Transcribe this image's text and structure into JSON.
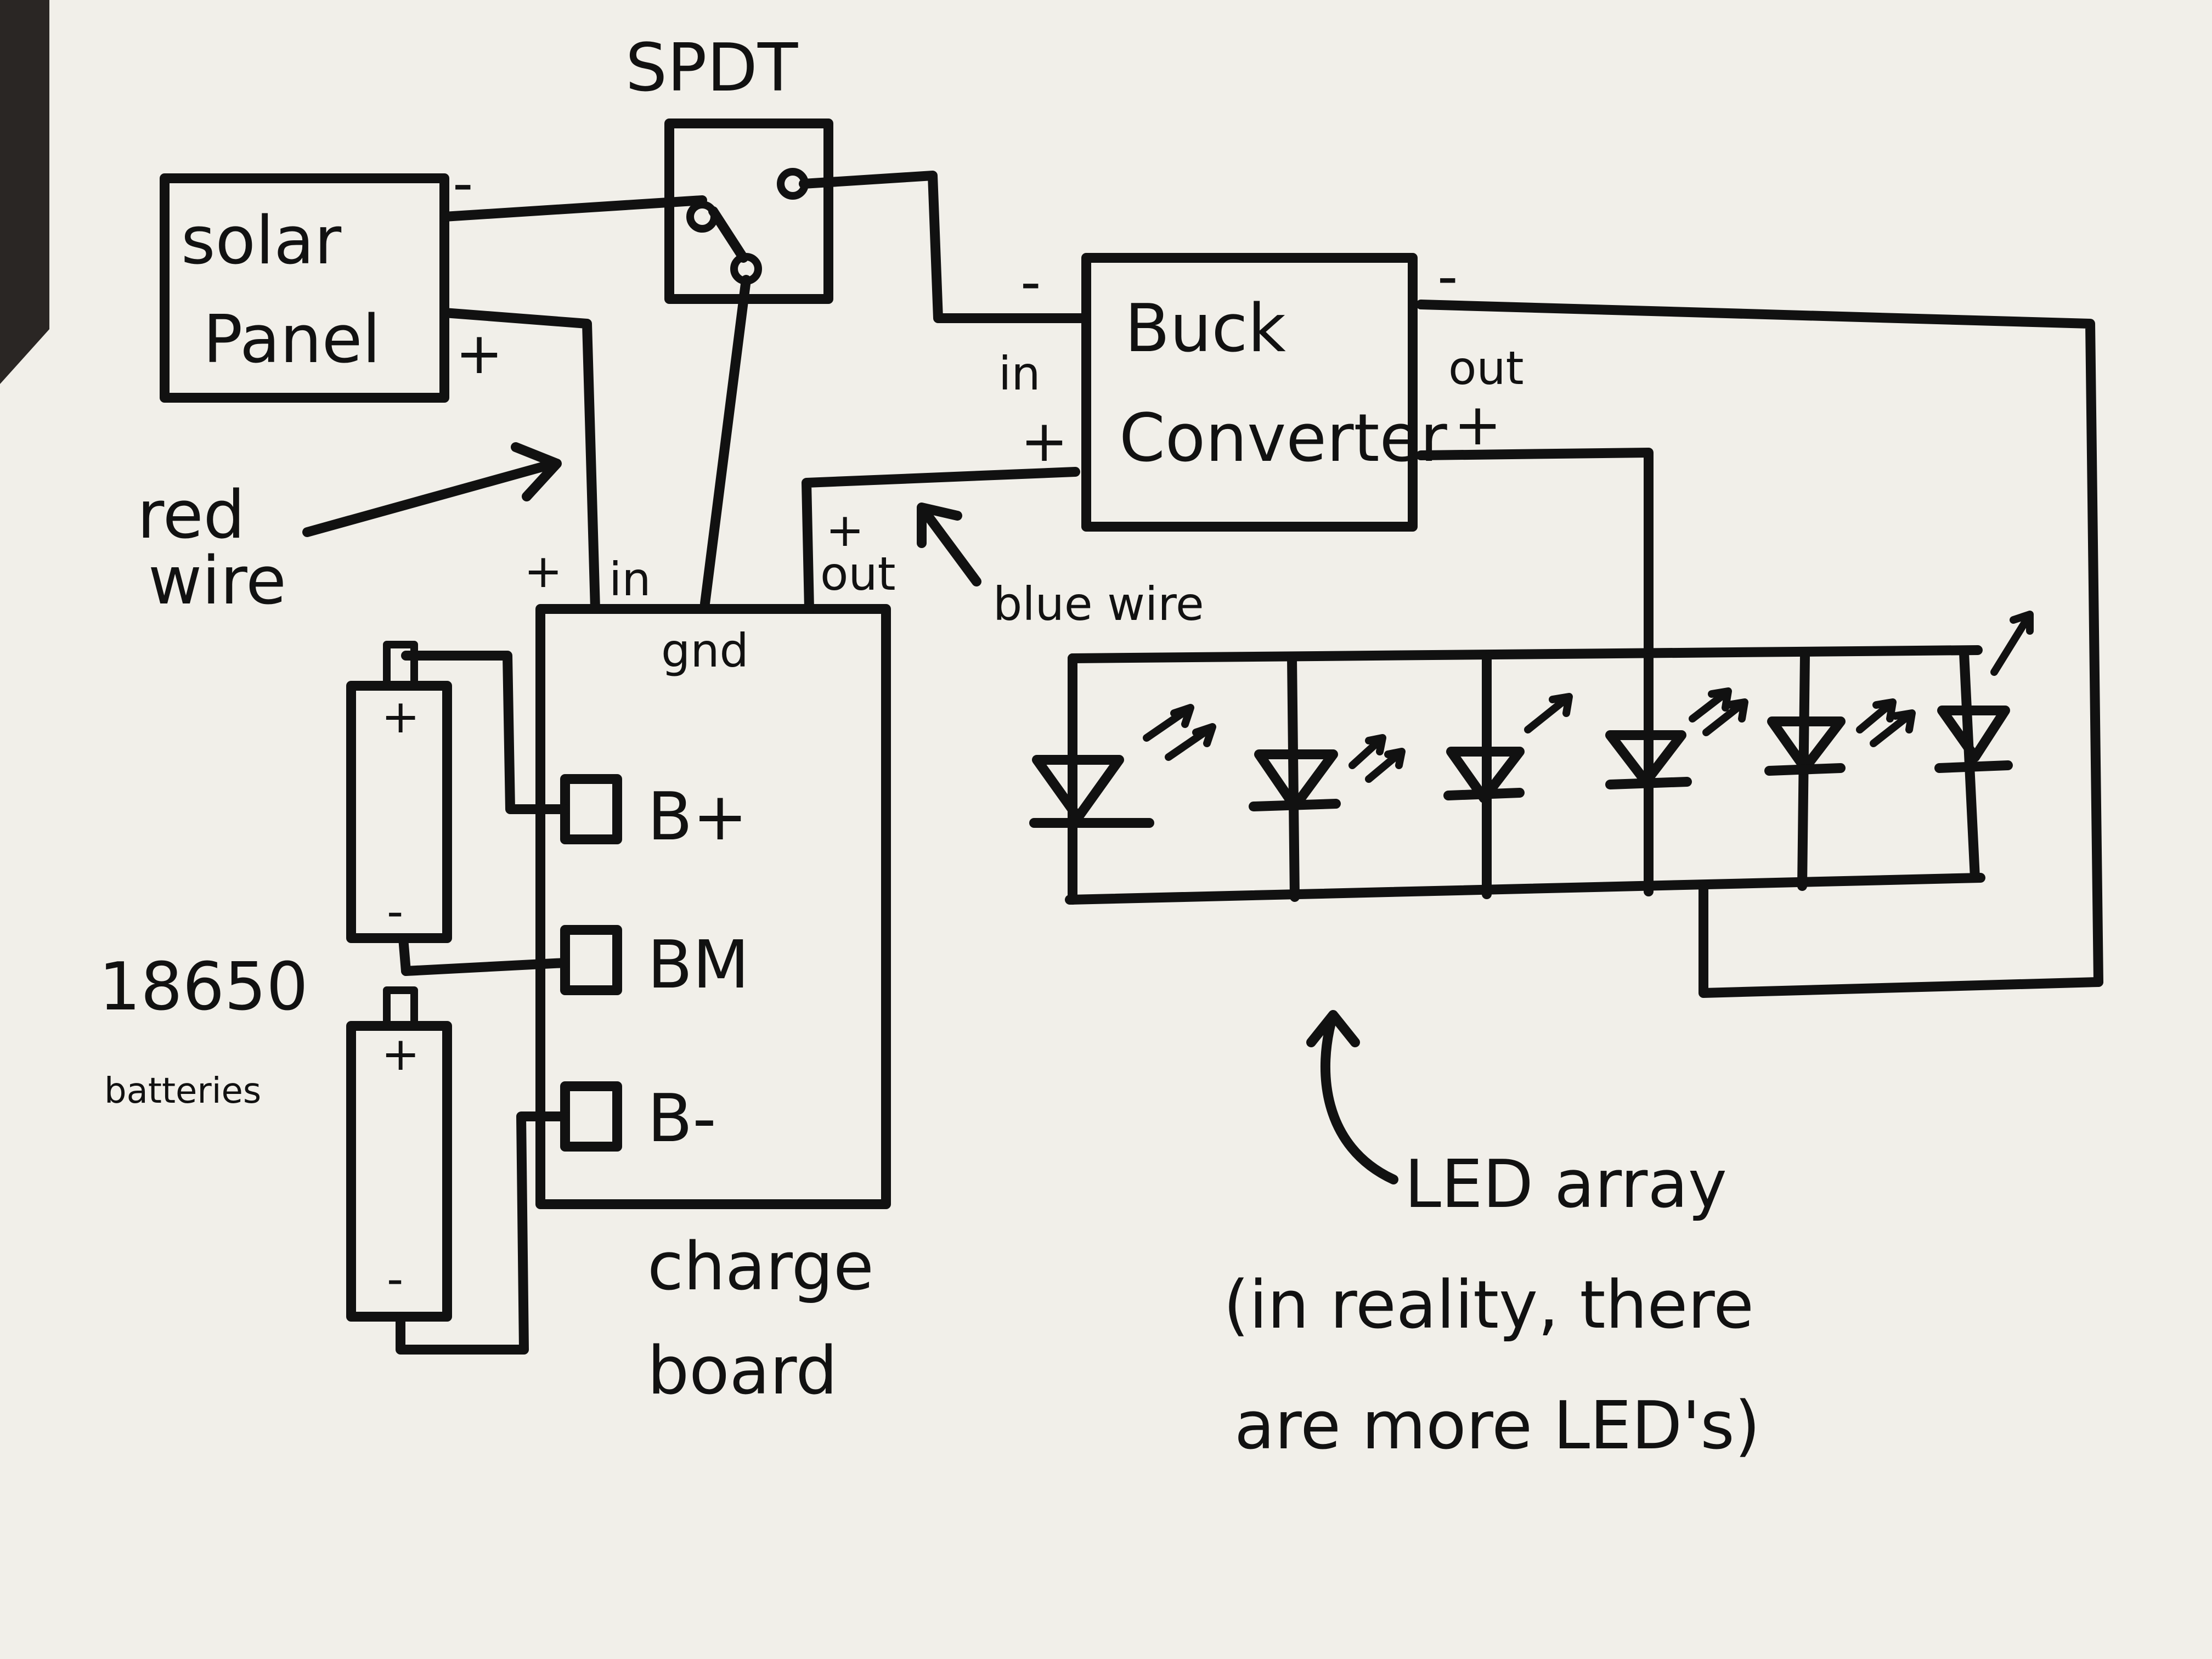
{
  "components": {
    "spdt": "SPDT",
    "solar_panel": [
      "solar",
      "Panel"
    ],
    "buck_converter": [
      "Buck",
      "Converter"
    ],
    "charge_board": [
      "charge",
      "board"
    ],
    "batteries": [
      "18650",
      "batteries"
    ],
    "led_array": [
      "LED array",
      "(in reality, there",
      "are more LED's)"
    ]
  },
  "terminals": {
    "solar_minus": "-",
    "solar_plus": "+",
    "buck_in_minus": "-",
    "buck_in": "in",
    "buck_in_plus": "+",
    "buck_out_minus": "-",
    "buck_out": "out",
    "buck_out_plus": "+",
    "charge_plus": "+",
    "charge_in": "in",
    "charge_gnd": "gnd",
    "charge_out_plus": "+",
    "charge_out": "out",
    "b_plus": "B+",
    "bm": "BM",
    "b_minus": "B-",
    "battery_top_plus": "+",
    "battery_top_minus": "-",
    "battery_bottom_plus": "+",
    "battery_bottom_minus": "-"
  },
  "annotations": {
    "red_wire": [
      "red",
      "wire"
    ],
    "blue_wire": "blue wire"
  },
  "led_count": 6,
  "colors": {
    "paper": "#f1efe9",
    "ink": "#111111",
    "background": "#2a2624"
  }
}
